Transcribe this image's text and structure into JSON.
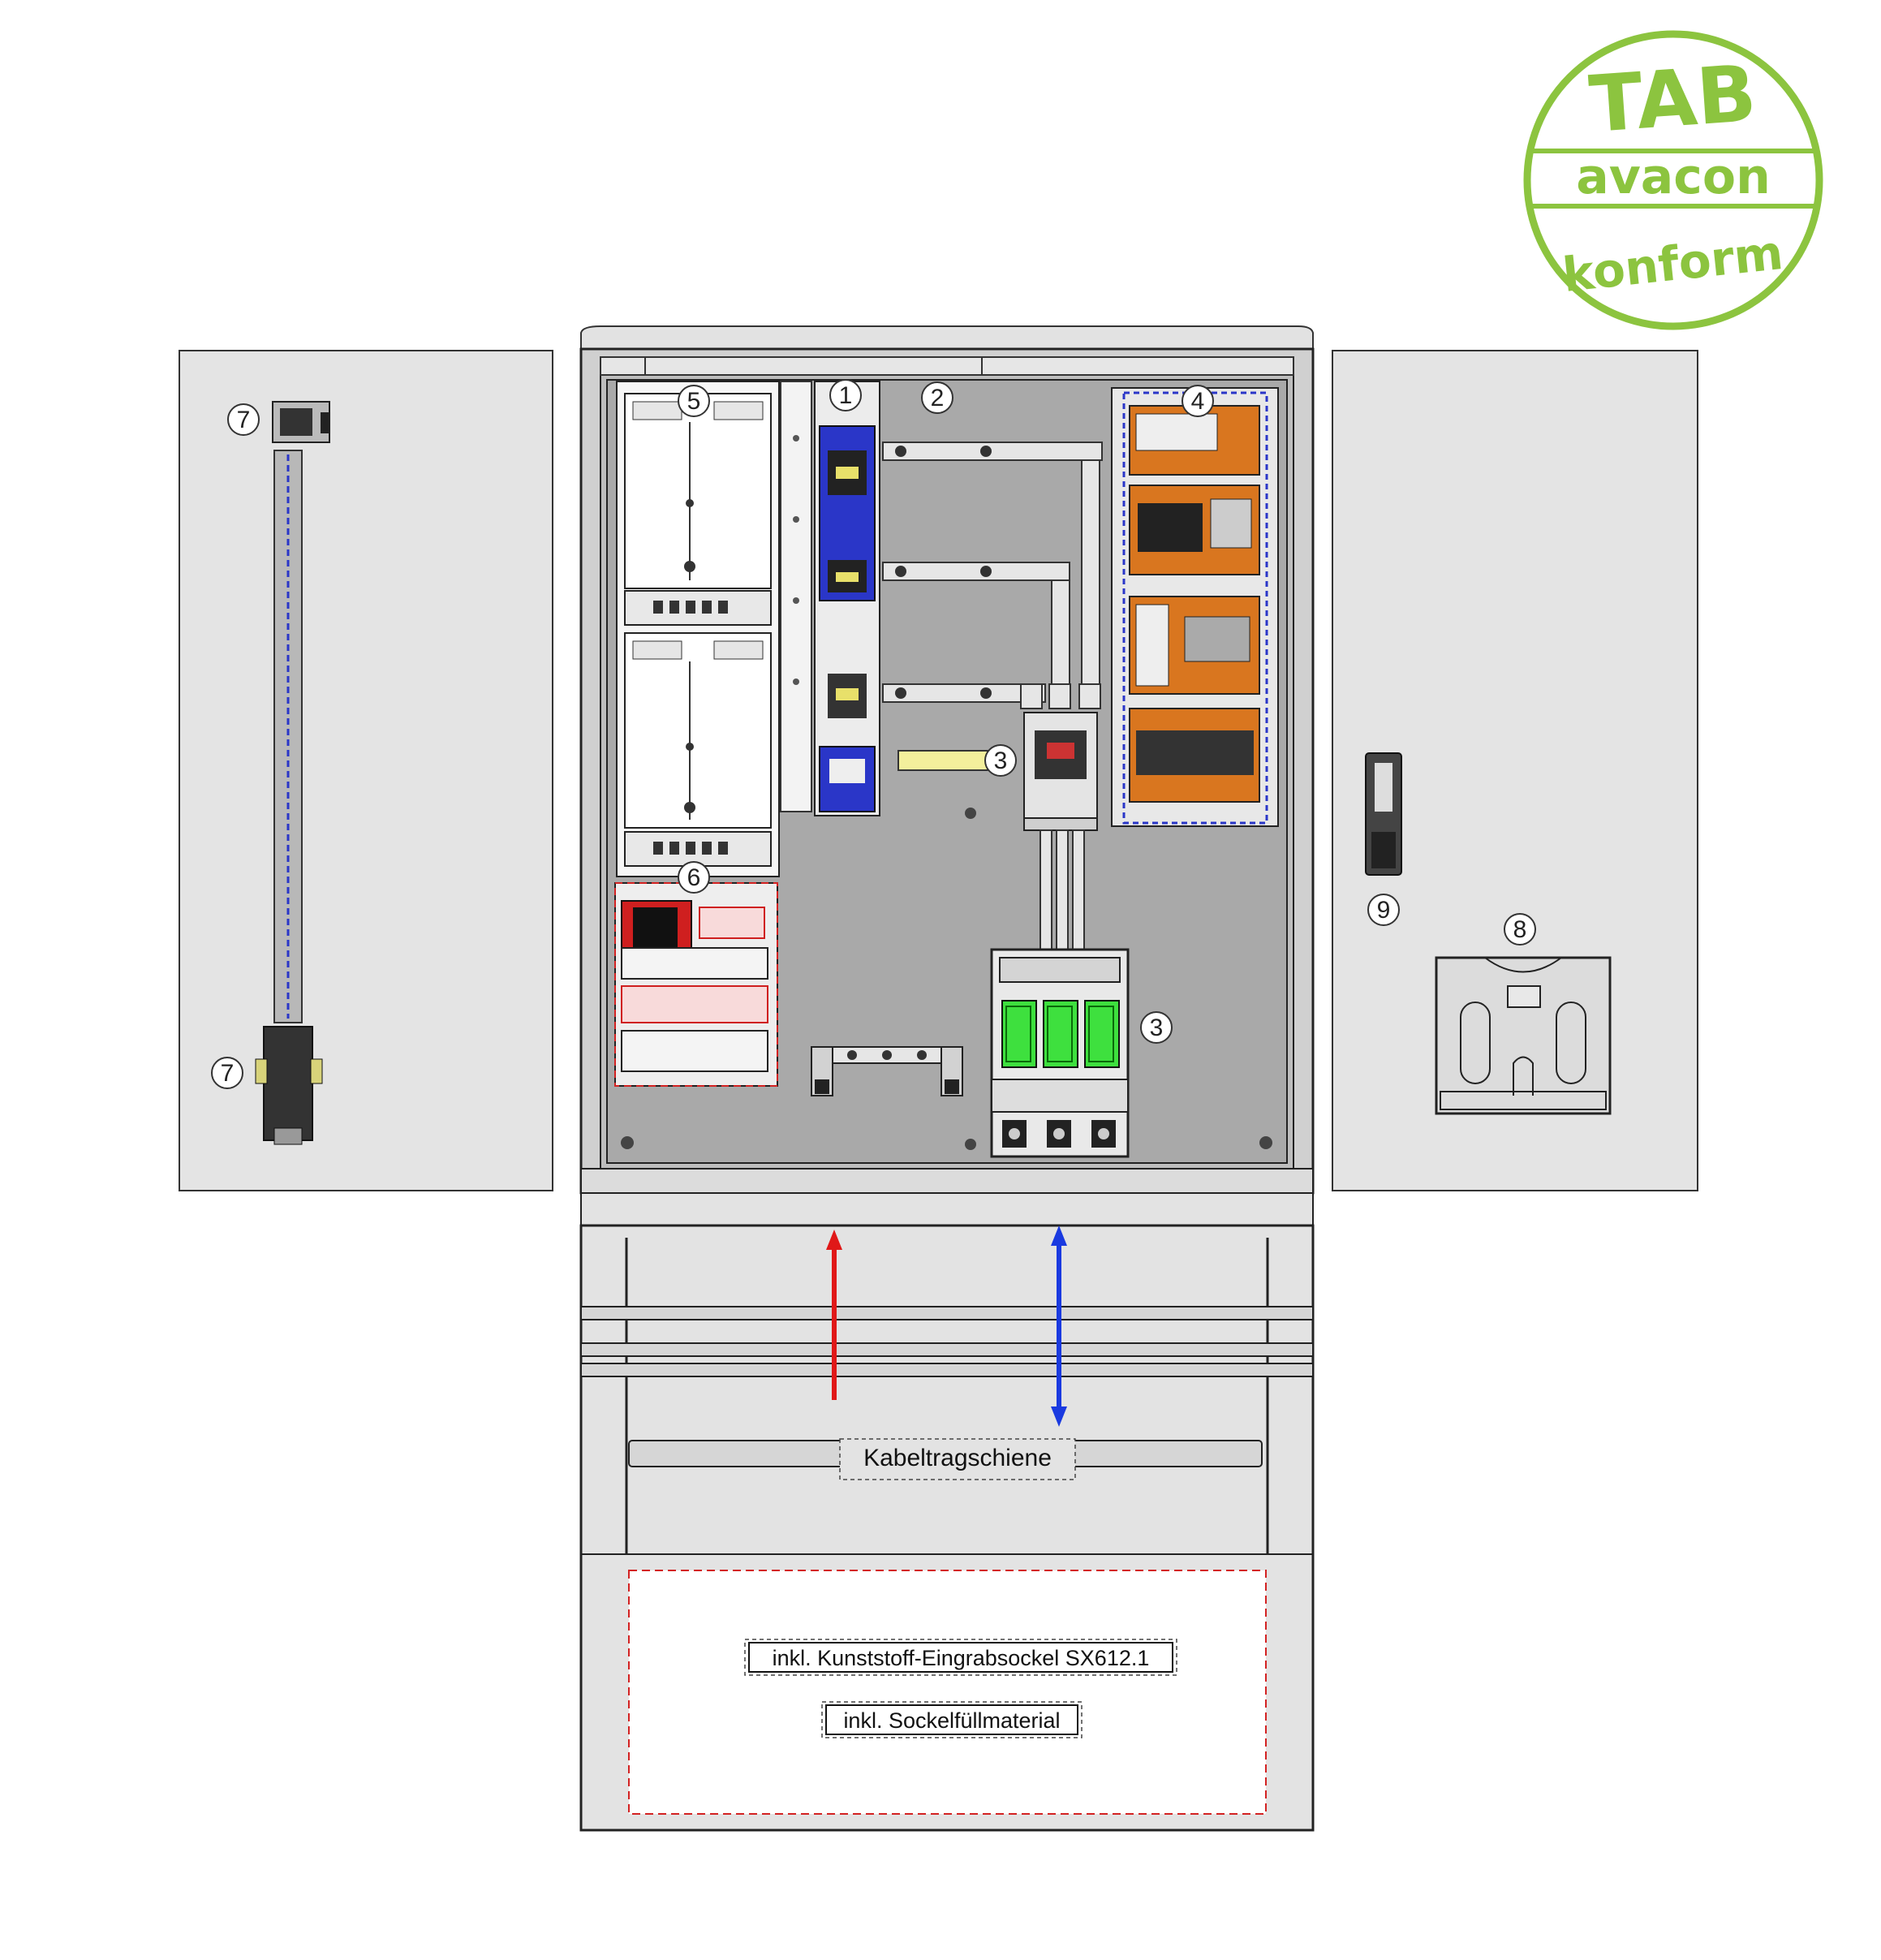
{
  "stamp": {
    "top_text": "TAB",
    "middle_text": "avacon",
    "bottom_text": "konform",
    "color": "#8cc43f"
  },
  "callouts": [
    "1",
    "2",
    "3",
    "4",
    "5",
    "6",
    "7",
    "8",
    "9"
  ],
  "labels": {
    "cable_rail": "Kabeltragschiene",
    "base_note": "inkl. Kunststoff-Eingrabsockel SX612.1",
    "fill_note": "inkl. Sockelfüllmaterial"
  },
  "colors": {
    "cabinet_grey": "#e2e2e2",
    "mounting_plate": "#a9a9a9",
    "terminal_blue": "#2a36c8",
    "module_orange": "#d9761f",
    "switch_green": "#3ee03e",
    "arrow_red": "#e01818",
    "arrow_blue": "#1a3ae0",
    "label_yellow": "#f3ef9c"
  }
}
